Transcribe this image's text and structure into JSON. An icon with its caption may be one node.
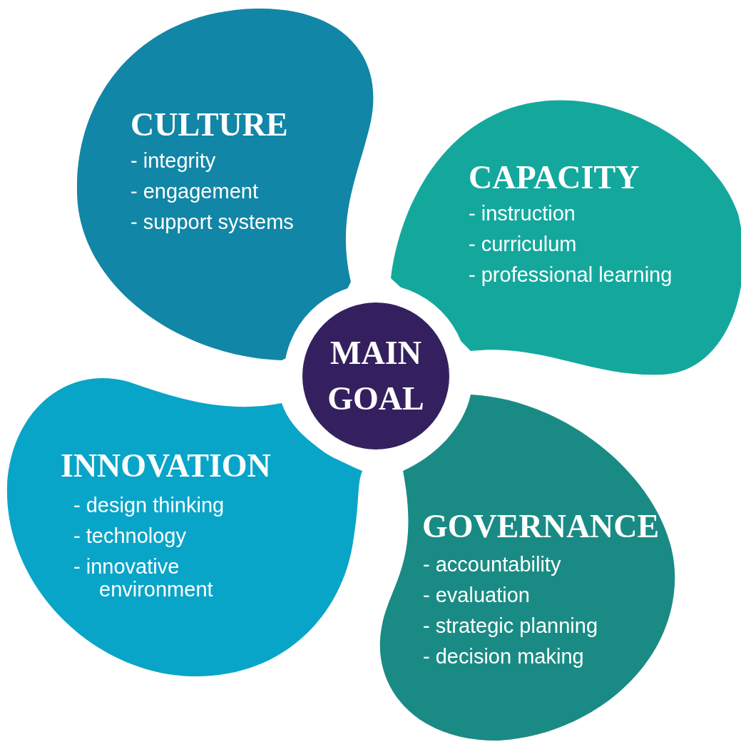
{
  "diagram": {
    "nodes": [
      {
        "text": [
          "CULTURE",
          "- integrity",
          "- engagement",
          "- support systems"
        ]
      },
      {
        "text": [
          "CAPACITY",
          "- instruction",
          "- curriculum",
          "- professional learning"
        ]
      },
      {
        "text": [
          "MAIN GOAL"
        ]
      },
      {
        "text": [
          "INNOVATION",
          "- design thinking",
          "- technology",
          "- innovative environment"
        ]
      },
      {
        "text": [
          "GOVERNANCE",
          "- accountability",
          "- evaluation",
          "- strategic planning",
          "- decision making"
        ]
      }
    ],
    "edges": []
  }
}
